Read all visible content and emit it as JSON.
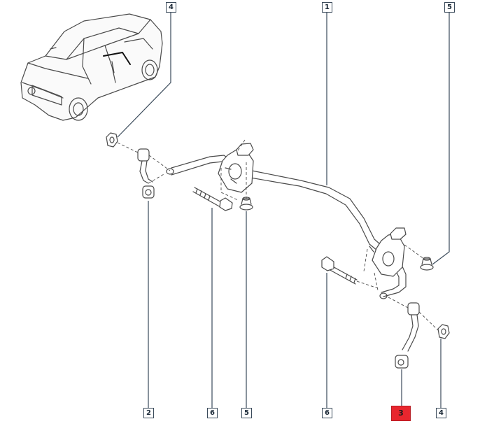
{
  "diagram": {
    "callouts": [
      {
        "id": "c-4-top",
        "label": "4"
      },
      {
        "id": "c-1-top",
        "label": "1"
      },
      {
        "id": "c-5-top",
        "label": "5"
      },
      {
        "id": "c-2-bottom",
        "label": "2"
      },
      {
        "id": "c-6-bottom-left",
        "label": "6"
      },
      {
        "id": "c-5-bottom",
        "label": "5"
      },
      {
        "id": "c-6-bottom-right",
        "label": "6"
      },
      {
        "id": "c-3-bottom",
        "label": "3",
        "selected": true
      },
      {
        "id": "c-4-bottom",
        "label": "4"
      }
    ],
    "colors": {
      "line": "#4a4a4a",
      "leader": "#3a4a5a",
      "highlight": "#e8262e"
    },
    "icons": [
      "car-illustration",
      "stabilizer-bar",
      "link-rod",
      "bushing",
      "bolt",
      "nut"
    ]
  }
}
